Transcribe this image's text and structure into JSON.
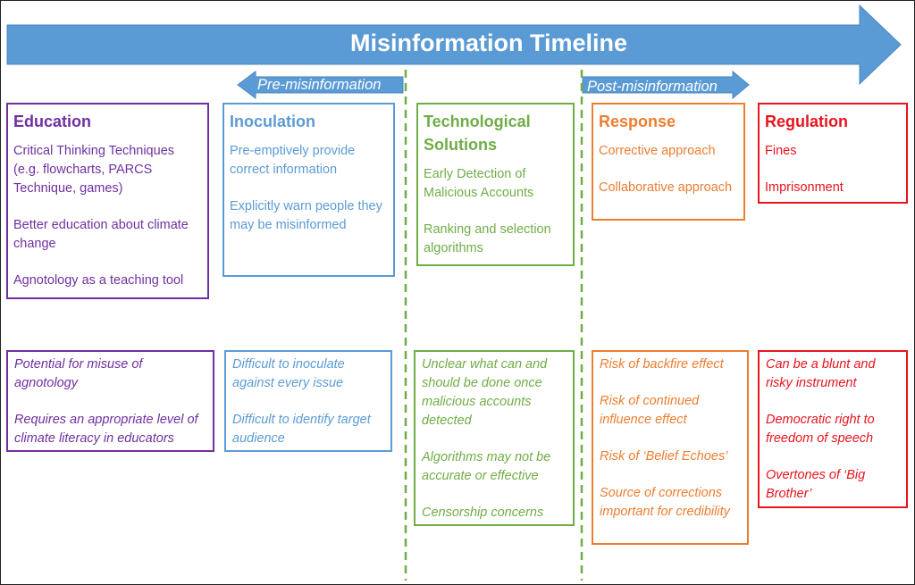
{
  "title": "Misinformation Timeline",
  "pre_label": "Pre-misinformation",
  "post_label": "Post-misinformation",
  "colors": {
    "arrow": "#5B9BD5",
    "divider": "#70AD47",
    "education": "#7030A0",
    "inoculation": "#5B9BD5",
    "technological": "#70AD47",
    "response": "#ED7D31",
    "regulation": "#E8141E"
  },
  "columns": {
    "education": {
      "heading": "Education",
      "items": [
        "Critical Thinking Techniques (e.g. flowcharts, PARCS Technique, games)",
        "Better education about climate change",
        "Agnotology as a teaching tool"
      ],
      "cons": [
        "Potential for misuse of agnotology",
        "Requires an appropriate level of climate literacy in educators"
      ]
    },
    "inoculation": {
      "heading": "Inoculation",
      "items": [
        "Pre-emptively provide correct information",
        "Explicitly warn people they may be misinformed"
      ],
      "cons": [
        "Difficult to inoculate against every issue",
        "Difficult to identify target audience"
      ]
    },
    "technological": {
      "heading": "Technological Solutions",
      "items": [
        "Early Detection of Malicious Accounts",
        "Ranking and selection algorithms"
      ],
      "cons": [
        "Unclear what can and should be done once malicious accounts detected",
        "Algorithms may not be accurate or effective",
        "Censorship concerns"
      ]
    },
    "response": {
      "heading": "Response",
      "items": [
        "Corrective approach",
        "Collaborative approach"
      ],
      "cons": [
        "Risk of backfire effect",
        "Risk of continued influence effect",
        "Risk of ‘Belief Echoes’",
        "Source of corrections important for credibility"
      ]
    },
    "regulation": {
      "heading": "Regulation",
      "items": [
        "Fines",
        "Imprisonment"
      ],
      "cons": [
        "Can be a blunt and risky instrument",
        "Democratic right to freedom of speech",
        "Overtones of ‘Big Brother’"
      ]
    }
  }
}
